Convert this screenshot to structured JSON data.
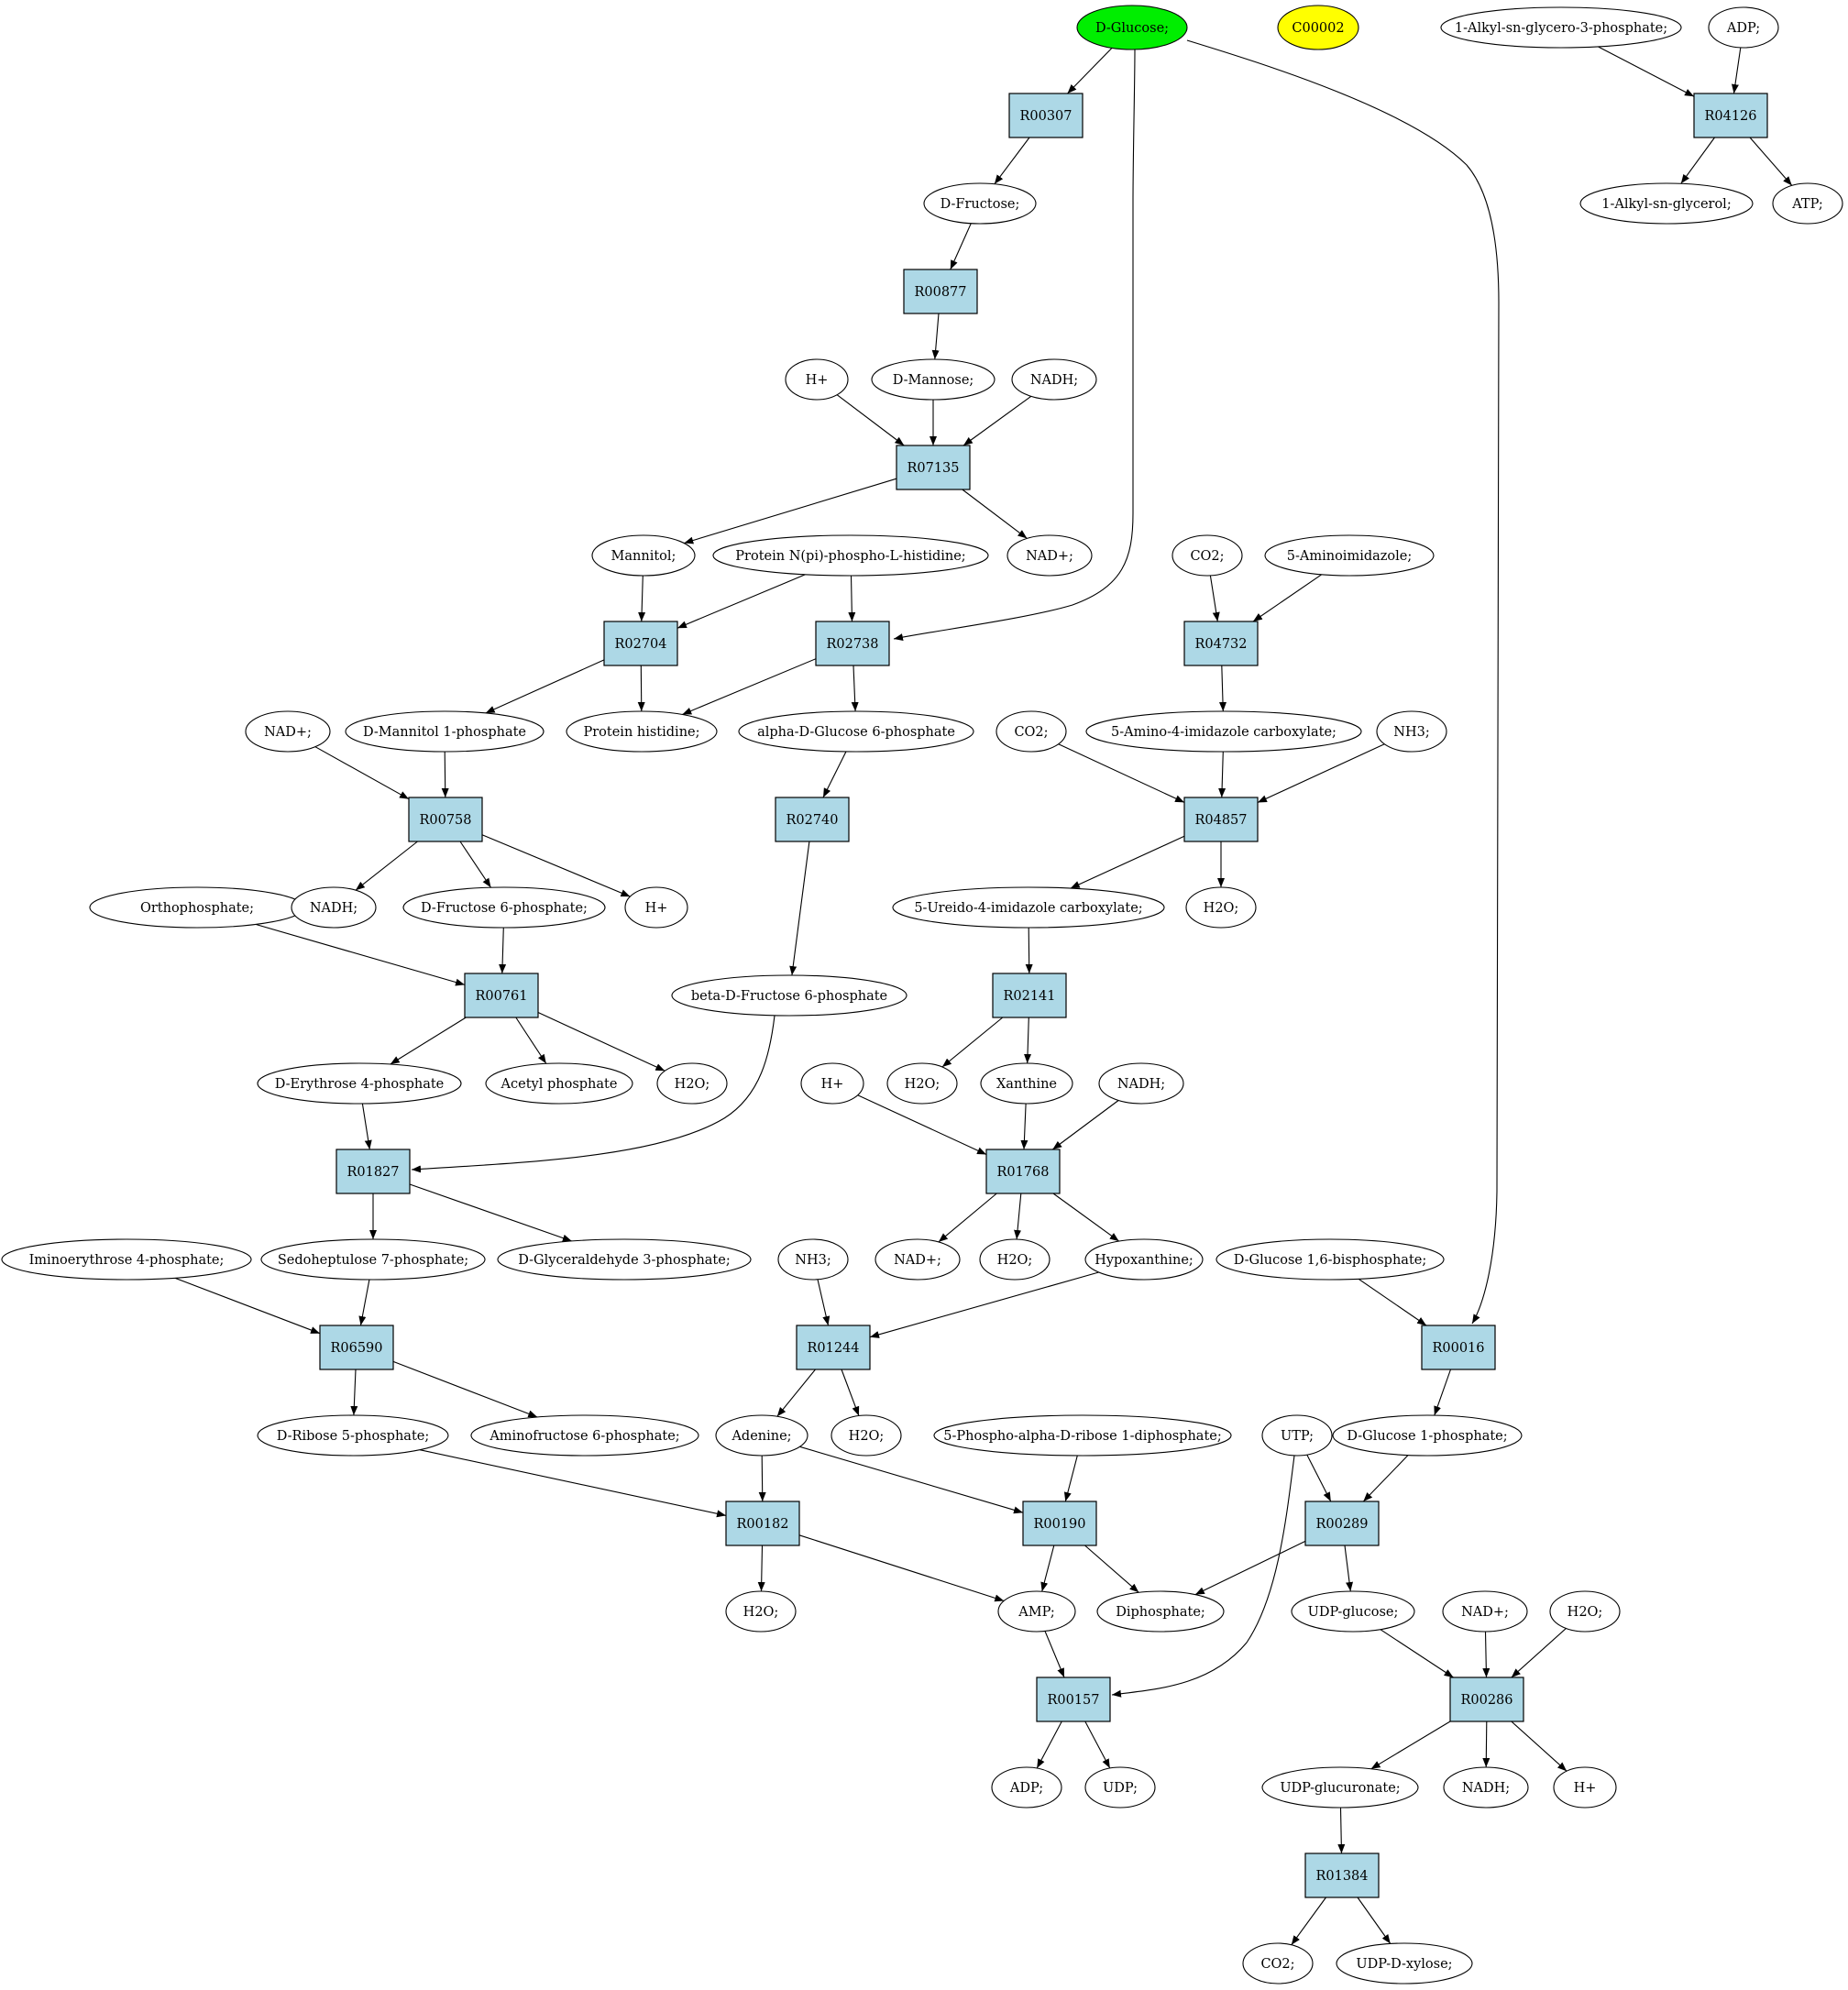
{
  "colors": {
    "reaction_fill": "#add8e6",
    "compound_fill": "#ffffff",
    "source_fill": "#00ee00",
    "highlight_fill": "#ffff00",
    "edge": "#000000"
  },
  "reactions": [
    {
      "id": "R00307",
      "label": "R00307"
    },
    {
      "id": "R00877",
      "label": "R00877"
    },
    {
      "id": "R07135",
      "label": "R07135"
    },
    {
      "id": "R02704",
      "label": "R02704"
    },
    {
      "id": "R02738",
      "label": "R02738"
    },
    {
      "id": "R04732",
      "label": "R04732"
    },
    {
      "id": "R04126",
      "label": "R04126"
    },
    {
      "id": "R00758",
      "label": "R00758"
    },
    {
      "id": "R02740",
      "label": "R02740"
    },
    {
      "id": "R04857",
      "label": "R04857"
    },
    {
      "id": "R00761",
      "label": "R00761"
    },
    {
      "id": "R02141",
      "label": "R02141"
    },
    {
      "id": "R01827",
      "label": "R01827"
    },
    {
      "id": "R01768",
      "label": "R01768"
    },
    {
      "id": "R06590",
      "label": "R06590"
    },
    {
      "id": "R01244",
      "label": "R01244"
    },
    {
      "id": "R00016",
      "label": "R00016"
    },
    {
      "id": "R00182",
      "label": "R00182"
    },
    {
      "id": "R00190",
      "label": "R00190"
    },
    {
      "id": "R00289",
      "label": "R00289"
    },
    {
      "id": "R00157",
      "label": "R00157"
    },
    {
      "id": "R00286",
      "label": "R00286"
    },
    {
      "id": "R01384",
      "label": "R01384"
    }
  ],
  "compounds": [
    {
      "id": "glc",
      "label": "D-Glucose;",
      "style": "source"
    },
    {
      "id": "c00002",
      "label": "C00002",
      "style": "highlight"
    },
    {
      "id": "alkgp",
      "label": "1-Alkyl-sn-glycero-3-phosphate;"
    },
    {
      "id": "adp1",
      "label": "ADP;"
    },
    {
      "id": "fru",
      "label": "D-Fructose;"
    },
    {
      "id": "alkg",
      "label": "1-Alkyl-sn-glycerol;"
    },
    {
      "id": "atp1",
      "label": "ATP;"
    },
    {
      "id": "hp1",
      "label": "H+"
    },
    {
      "id": "man",
      "label": "D-Mannose;"
    },
    {
      "id": "nadh1",
      "label": "NADH;"
    },
    {
      "id": "mtl",
      "label": "Mannitol;"
    },
    {
      "id": "pnph",
      "label": "Protein N(pi)-phospho-L-histidine;"
    },
    {
      "id": "nadp1",
      "label": "NAD+;"
    },
    {
      "id": "co2a",
      "label": "CO2;"
    },
    {
      "id": "aim",
      "label": "5-Aminoimidazole;"
    },
    {
      "id": "nadp2",
      "label": "NAD+;"
    },
    {
      "id": "m1p",
      "label": "D-Mannitol 1-phosphate"
    },
    {
      "id": "phis",
      "label": "Protein histidine;"
    },
    {
      "id": "ag6p",
      "label": "alpha-D-Glucose 6-phosphate"
    },
    {
      "id": "co2b",
      "label": "CO2;"
    },
    {
      "id": "aica",
      "label": "5-Amino-4-imidazole carboxylate;"
    },
    {
      "id": "nh3a",
      "label": "NH3;"
    },
    {
      "id": "orth",
      "label": "Orthophosphate;"
    },
    {
      "id": "nadh2",
      "label": "NADH;"
    },
    {
      "id": "f6p",
      "label": "D-Fructose 6-phosphate;"
    },
    {
      "id": "hp2",
      "label": "H+"
    },
    {
      "id": "uica",
      "label": "5-Ureido-4-imidazole carboxylate;"
    },
    {
      "id": "h2oa",
      "label": "H2O;"
    },
    {
      "id": "bf6p",
      "label": "beta-D-Fructose 6-phosphate"
    },
    {
      "id": "e4p",
      "label": "D-Erythrose 4-phosphate"
    },
    {
      "id": "acp",
      "label": "Acetyl phosphate"
    },
    {
      "id": "h2ob",
      "label": "H2O;"
    },
    {
      "id": "hp3",
      "label": "H+"
    },
    {
      "id": "h2oc",
      "label": "H2O;"
    },
    {
      "id": "xan",
      "label": "Xanthine"
    },
    {
      "id": "nadh3",
      "label": "NADH;"
    },
    {
      "id": "ie4p",
      "label": "Iminoerythrose 4-phosphate;"
    },
    {
      "id": "s7p",
      "label": "Sedoheptulose 7-phosphate;"
    },
    {
      "id": "g3p",
      "label": "D-Glyceraldehyde 3-phosphate;"
    },
    {
      "id": "nh3b",
      "label": "NH3;"
    },
    {
      "id": "nadp3",
      "label": "NAD+;"
    },
    {
      "id": "h2od",
      "label": "H2O;"
    },
    {
      "id": "hyp",
      "label": "Hypoxanthine;"
    },
    {
      "id": "g16p",
      "label": "D-Glucose 1,6-bisphosphate;"
    },
    {
      "id": "r5p",
      "label": "D-Ribose 5-phosphate;"
    },
    {
      "id": "af6p",
      "label": "Aminofructose 6-phosphate;"
    },
    {
      "id": "ade",
      "label": "Adenine;"
    },
    {
      "id": "h2oe",
      "label": "H2O;"
    },
    {
      "id": "prpp",
      "label": "5-Phospho-alpha-D-ribose 1-diphosphate;"
    },
    {
      "id": "utp",
      "label": "UTP;"
    },
    {
      "id": "g1p",
      "label": "D-Glucose 1-phosphate;"
    },
    {
      "id": "h2of",
      "label": "H2O;"
    },
    {
      "id": "amp",
      "label": "AMP;"
    },
    {
      "id": "ppi",
      "label": "Diphosphate;"
    },
    {
      "id": "udpg",
      "label": "UDP-glucose;"
    },
    {
      "id": "nadp4",
      "label": "NAD+;"
    },
    {
      "id": "h2og",
      "label": "H2O;"
    },
    {
      "id": "adp2",
      "label": "ADP;"
    },
    {
      "id": "udp",
      "label": "UDP;"
    },
    {
      "id": "udpgu",
      "label": "UDP-glucuronate;"
    },
    {
      "id": "nadh4",
      "label": "NADH;"
    },
    {
      "id": "hp4",
      "label": "H+"
    },
    {
      "id": "co2c",
      "label": "CO2;"
    },
    {
      "id": "udpx",
      "label": "UDP-D-xylose;"
    }
  ],
  "edges": [
    [
      "glc",
      "R00307"
    ],
    [
      "R00307",
      "fru"
    ],
    [
      "fru",
      "R00877"
    ],
    [
      "R00877",
      "man"
    ],
    [
      "hp1",
      "R07135"
    ],
    [
      "man",
      "R07135"
    ],
    [
      "nadh1",
      "R07135"
    ],
    [
      "R07135",
      "mtl"
    ],
    [
      "R07135",
      "nadp1"
    ],
    [
      "mtl",
      "R02704"
    ],
    [
      "pnph",
      "R02704"
    ],
    [
      "pnph",
      "R02738"
    ],
    [
      "glc",
      "R02738"
    ],
    [
      "R02704",
      "m1p"
    ],
    [
      "R02704",
      "phis"
    ],
    [
      "R02738",
      "phis"
    ],
    [
      "R02738",
      "ag6p"
    ],
    [
      "co2a",
      "R04732"
    ],
    [
      "aim",
      "R04732"
    ],
    [
      "R04732",
      "aica"
    ],
    [
      "alkgp",
      "R04126"
    ],
    [
      "adp1",
      "R04126"
    ],
    [
      "R04126",
      "alkg"
    ],
    [
      "R04126",
      "atp1"
    ],
    [
      "nadp2",
      "R00758"
    ],
    [
      "m1p",
      "R00758"
    ],
    [
      "R00758",
      "nadh2"
    ],
    [
      "R00758",
      "f6p"
    ],
    [
      "R00758",
      "hp2"
    ],
    [
      "ag6p",
      "R02740"
    ],
    [
      "R02740",
      "bf6p"
    ],
    [
      "co2b",
      "R04857"
    ],
    [
      "aica",
      "R04857"
    ],
    [
      "nh3a",
      "R04857"
    ],
    [
      "R04857",
      "uica"
    ],
    [
      "R04857",
      "h2oa"
    ],
    [
      "orth",
      "R00761"
    ],
    [
      "f6p",
      "R00761"
    ],
    [
      "R00761",
      "e4p"
    ],
    [
      "R00761",
      "acp"
    ],
    [
      "R00761",
      "h2ob"
    ],
    [
      "uica",
      "R02141"
    ],
    [
      "R02141",
      "h2oc"
    ],
    [
      "R02141",
      "xan"
    ],
    [
      "e4p",
      "R01827"
    ],
    [
      "bf6p",
      "R01827"
    ],
    [
      "R01827",
      "s7p"
    ],
    [
      "R01827",
      "g3p"
    ],
    [
      "hp3",
      "R01768"
    ],
    [
      "xan",
      "R01768"
    ],
    [
      "nadh3",
      "R01768"
    ],
    [
      "R01768",
      "nadp3"
    ],
    [
      "R01768",
      "h2od"
    ],
    [
      "R01768",
      "hyp"
    ],
    [
      "ie4p",
      "R06590"
    ],
    [
      "s7p",
      "R06590"
    ],
    [
      "R06590",
      "r5p"
    ],
    [
      "R06590",
      "af6p"
    ],
    [
      "nh3b",
      "R01244"
    ],
    [
      "hyp",
      "R01244"
    ],
    [
      "R01244",
      "ade"
    ],
    [
      "R01244",
      "h2oe"
    ],
    [
      "g16p",
      "R00016"
    ],
    [
      "glc",
      "R00016"
    ],
    [
      "R00016",
      "g1p"
    ],
    [
      "r5p",
      "R00182"
    ],
    [
      "ade",
      "R00182"
    ],
    [
      "R00182",
      "h2of"
    ],
    [
      "R00182",
      "amp"
    ],
    [
      "ade",
      "R00190"
    ],
    [
      "prpp",
      "R00190"
    ],
    [
      "R00190",
      "amp"
    ],
    [
      "R00190",
      "ppi"
    ],
    [
      "utp",
      "R00289"
    ],
    [
      "g1p",
      "R00289"
    ],
    [
      "R00289",
      "ppi"
    ],
    [
      "R00289",
      "udpg"
    ],
    [
      "amp",
      "R00157"
    ],
    [
      "utp",
      "R00157"
    ],
    [
      "R00157",
      "adp2"
    ],
    [
      "R00157",
      "udp"
    ],
    [
      "udpg",
      "R00286"
    ],
    [
      "nadp4",
      "R00286"
    ],
    [
      "h2og",
      "R00286"
    ],
    [
      "R00286",
      "udpgu"
    ],
    [
      "R00286",
      "nadh4"
    ],
    [
      "R00286",
      "hp4"
    ],
    [
      "udpgu",
      "R01384"
    ],
    [
      "R01384",
      "co2c"
    ],
    [
      "R01384",
      "udpx"
    ]
  ]
}
